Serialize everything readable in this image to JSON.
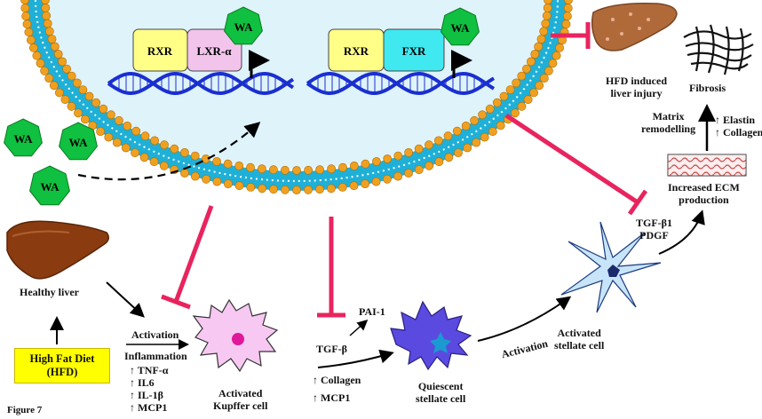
{
  "figure_label": "Figure 7",
  "nucleus": {
    "complex_left": {
      "rxr": "RXR",
      "partner": "LXR-α",
      "ligand": "WA"
    },
    "complex_right": {
      "rxr": "RXR",
      "partner": "FXR",
      "ligand": "WA"
    }
  },
  "free_ligands": [
    "WA",
    "WA",
    "WA"
  ],
  "liver_injury_label": [
    "HFD induced",
    "liver injury"
  ],
  "fibrosis_label": "Fibrosis",
  "matrix_label": [
    "Matrix",
    "remodelling"
  ],
  "elastin_collagen": [
    "↑ Elastin",
    "↑ Collagen"
  ],
  "ecm_label": [
    "Increased ECM",
    "production"
  ],
  "tgf_pdgf": [
    "TGF-β1",
    "PDGF"
  ],
  "activated_stellate_label": [
    "Activated",
    "stellate cell"
  ],
  "healthy_liver_label": "Healthy liver",
  "hfd_label": [
    "High Fat Diet",
    "(HFD)"
  ],
  "activation_label_1": "Activation",
  "inflammation_label": "Inflammation",
  "cytokines": [
    "↑ TNF-α",
    "↑ IL6",
    "↑ IL-1β",
    "↑ MCP1"
  ],
  "kupffer_label": [
    "Activated",
    "Kupffer cell"
  ],
  "pai_label": "PAI-1",
  "tgfb_label": "TGF-β",
  "collagen_mcp": [
    "↑ Collagen",
    "↑ MCP1"
  ],
  "quiescent_label": [
    "Quiescent",
    "stellate cell"
  ],
  "activation_label_2": "Activation",
  "colors": {
    "membrane_blue": "#1fb0d8",
    "lipid_head": "#f0a020",
    "nucleus_fill": "#dff3fb",
    "rxr": "#ffff88",
    "lxr": "#f2c4ec",
    "fxr": "#40e8f0",
    "wa_green": "#10c040",
    "inhibit_pink": "#e8245e",
    "dna_blue": "#1a2fd0",
    "hfd_yellow": "#ffff00",
    "liver_brown": "#8a3c10",
    "kupffer_pink": "#f6c8f2",
    "quiescent_purple": "#5a4ae0",
    "stellate_light": "#c8e4f8"
  }
}
